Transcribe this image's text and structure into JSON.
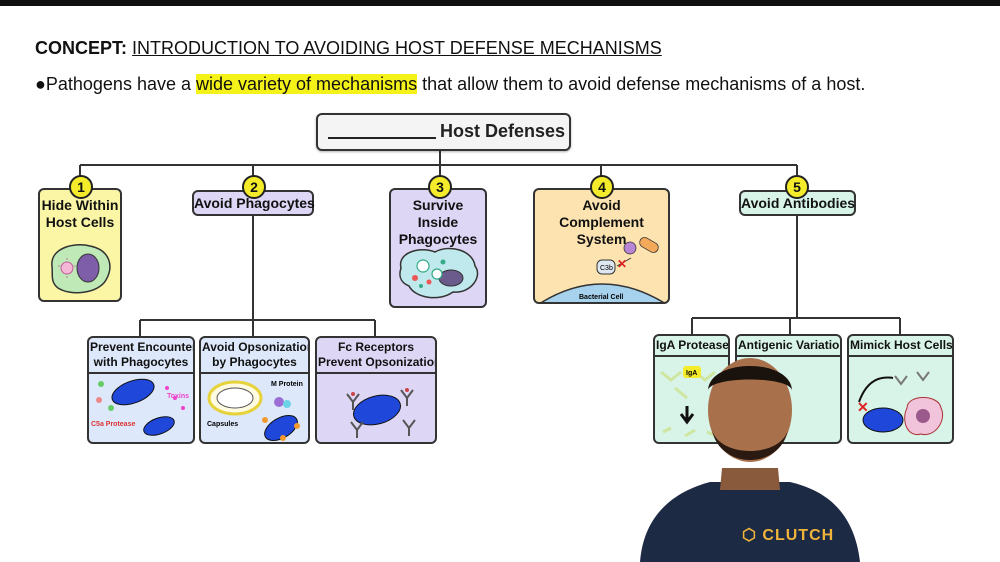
{
  "header": {
    "concept_prefix": "CONCEPT:",
    "concept_title": "INTRODUCTION TO AVOIDING HOST DEFENSE MECHANISMS"
  },
  "bullet": {
    "prefix": "●Pathogens have a ",
    "highlight": "wide variety of mechanisms",
    "suffix": " that allow them to avoid defense mechanisms of a host."
  },
  "root": {
    "label": "Host Defenses"
  },
  "categories": [
    {
      "number": "1",
      "label_line1": "Hide Within",
      "label_line2": "Host Cells",
      "color": "#fbf6a6"
    },
    {
      "number": "2",
      "label": "Avoid Phagocytes",
      "color": "#ddd6f5"
    },
    {
      "number": "3",
      "label_line1": "Survive Inside",
      "label_line2": "Phagocytes",
      "color": "#ddd6f5"
    },
    {
      "number": "4",
      "label_line1": "Avoid",
      "label_line2": "Complement System",
      "color": "#fde3b0",
      "diagram_label": "Bacterial Cell",
      "protein_label": "C3b"
    },
    {
      "number": "5",
      "label": "Avoid Antibodies",
      "color": "#d8f3e8"
    }
  ],
  "phagocyte_subs": [
    {
      "label_line1": "Prevent Encounter",
      "label_line2": "with Phagocytes",
      "toxins_label": "Toxins",
      "protease_label": "C5a Protease"
    },
    {
      "label_line1": "Avoid Opsonization",
      "label_line2": "by Phagocytes",
      "mprotein_label": "M Protein",
      "capsule_label": "Capsules"
    },
    {
      "label_line1": "Fc Receptors",
      "label_line2": "Prevent Opsonization"
    }
  ],
  "antibody_subs": [
    {
      "label": "IgA Protease",
      "iga_label": "IgA"
    },
    {
      "label": "Antigenic Variation"
    },
    {
      "label": "Mimick Host Cells"
    }
  ],
  "brand": {
    "logo_text": "CLUTCH"
  }
}
